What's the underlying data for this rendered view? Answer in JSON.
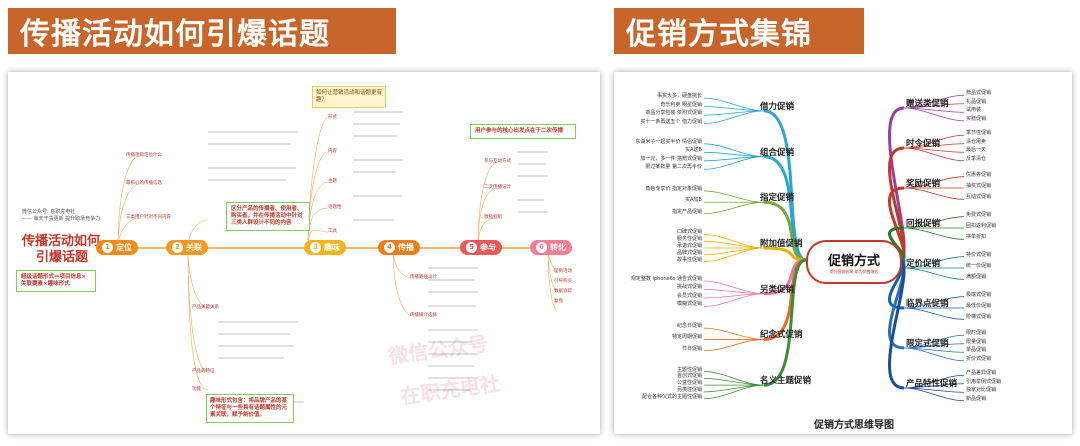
{
  "left": {
    "banner_title": "传播活动如何引爆话题",
    "author_lines": [
      "微信公众号: 在职充电社",
      "—— 每天干货更新 提升职场竞争力"
    ],
    "main_title_line1": "传播活动如何",
    "main_title_line2": "引爆话题",
    "formula_box": "超级话题形式＝项目信息×关联要素×趣味形式",
    "top_callout": "如何让营销活动和话题更有趣？",
    "right_callout": "用户参与的核心出发点在于二次传播",
    "mid_callout": "区分产品的传播者、使用者、购买者，并在传播活动中针对三类人群设计不同的内容",
    "bottom_callout": "趣味形式包含：将品牌产品的某个特征与一些具有话题属性的元素关联，赋予新价值。",
    "stages": [
      {
        "num": "1",
        "label": "定位",
        "color": "#f28a16"
      },
      {
        "num": "2",
        "label": "关联",
        "color": "#f59a1f"
      },
      {
        "num": "3",
        "label": "趣味",
        "color": "#f4b41a"
      },
      {
        "num": "4",
        "label": "传播",
        "color": "#ee7d1a"
      },
      {
        "num": "5",
        "label": "参与",
        "color": "#e85a5a"
      },
      {
        "num": "6",
        "label": "转化",
        "color": "#f47c95"
      }
    ],
    "branch_labels": {
      "dingwei": [
        "传播项目定位什么",
        "最核心的传播信息",
        "三类用户针对不同内容"
      ],
      "guanlian": [
        "产品关键关系",
        "产品的特征",
        "功能"
      ],
      "quwei": [
        "形式",
        "内容",
        "主题",
        "话题性",
        "工具"
      ],
      "chuanbo": [
        "传播路径设计",
        "传播媒介选择"
      ],
      "canyu": [
        "参与互动方式",
        "二次传播设计",
        "激励机制"
      ],
      "zhuanhua": [
        "促销活动",
        "引导购买",
        "数据追踪",
        "复盘"
      ]
    },
    "watermark_1": "微信公众号",
    "watermark_2": "在职充电社"
  },
  "right": {
    "banner_title": "促销方式集锦",
    "center_title": "促销方式",
    "center_subtitle": "提升营销效果 助力销售增长",
    "footer": "促销方式思维导图",
    "branches_left": [
      {
        "name": "借力促销",
        "color": "#2aa7c9",
        "leaves": [
          "事实大多，硬盘挑长",
          "奇乐利卖 明星促销",
          "商品分享包装 依附式促销",
          "买十一条再送五个 借力促销"
        ]
      },
      {
        "name": "组合促销",
        "color": "#2aa7c9",
        "leaves": [
          "东湖米子一起买半价 情侣促销",
          "买A送B",
          "加一元，多一件 搭赠式促销",
          "限过某数量 第二次再半价"
        ]
      },
      {
        "name": "指定促销",
        "color": "#76a83a",
        "leaves": [
          "角色专享价 指定对象促销",
          "买A加B",
          "指定产品促销"
        ]
      },
      {
        "name": "附加值促销",
        "color": "#e6b400",
        "leaves": [
          "口碑式促销",
          "服务性促销",
          "承诺式促销",
          "品牌式促销",
          "故事性促销"
        ]
      },
      {
        "name": "另类促销",
        "color": "#e57aa0",
        "leaves": [
          "规定整数 Iphone6s 通告式促销",
          "挑战式促销",
          "会员式促销",
          "模糊式促销"
        ]
      },
      {
        "name": "纪念式促销",
        "color": "#e86b2a",
        "leaves": [
          "纪念日促销",
          "特定周期促销",
          "节日促销"
        ]
      },
      {
        "name": "名义主题促销",
        "color": "#3a8e3a",
        "leaves": [
          "主题性促销",
          "首创式促销",
          "公益性促销",
          "另类性促销",
          "配合各种仪式的主题性促销"
        ]
      }
    ],
    "branches_right": [
      {
        "name": "赠送类促销",
        "color": "#9b3fa0",
        "leaves": [
          "赠品式促销",
          "礼品促销",
          "试用装",
          "买赠促销"
        ]
      },
      {
        "name": "时令促销",
        "color": "#c0392b",
        "leaves": [
          "季节性促销",
          "清仓甩卖",
          "最后一天",
          "反季清仓"
        ]
      },
      {
        "name": "奖励促销",
        "color": "#c0392b",
        "leaves": [
          "优惠券促销",
          "抽奖式促销",
          "互动式促销"
        ]
      },
      {
        "name": "回报促销",
        "color": "#2a7a2a",
        "leaves": [
          "免费式促销",
          "回扣返利促销",
          "拼单折扣"
        ]
      },
      {
        "name": "定价促销",
        "color": "#1e7a8c",
        "leaves": [
          "特价式促销",
          "统一价促销",
          "满额促销"
        ]
      },
      {
        "name": "临界点促销",
        "color": "#1a5fa8",
        "leaves": [
          "极端式促销",
          "最低价促销",
          "阶梯式促销"
        ]
      },
      {
        "name": "限定式促销",
        "color": "#2a6fb8",
        "leaves": [
          "限时促销",
          "限量促销",
          "单品促销",
          "折价式促销"
        ]
      },
      {
        "name": "产品特性促销",
        "color": "#1a4f98",
        "leaves": [
          "产品差异促销",
          "引用举例式促销",
          "独家对比促销",
          "新品促销"
        ]
      }
    ]
  }
}
